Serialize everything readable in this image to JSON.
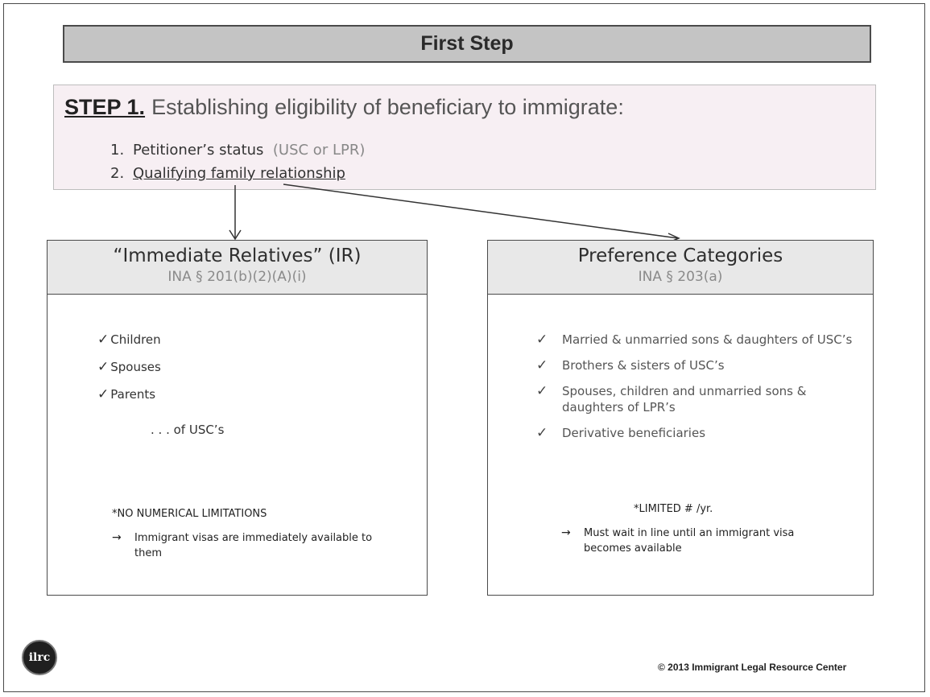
{
  "title_bar": {
    "text": "First Step"
  },
  "step": {
    "label": "STEP 1.",
    "text": "Establishing eligibility of beneficiary to immigrate:",
    "items": [
      {
        "num": "1.",
        "text": "Petitioner’s status",
        "note": "(USC or LPR)"
      },
      {
        "num": "2.",
        "text": "Qualifying family relationship"
      }
    ]
  },
  "left_panel": {
    "title": "“Immediate Relatives” (IR)",
    "subtitle": "INA § 201(b)(2)(A)(i)",
    "check_symbol": "✓",
    "items": [
      "Children",
      "Spouses",
      "Parents"
    ],
    "tail": ". . .  of USC’s",
    "note_head": "*NO NUMERICAL LIMITATIONS",
    "note_arrow": "→",
    "note_text": "Immigrant visas are immediately available to them"
  },
  "right_panel": {
    "title": "Preference Categories",
    "subtitle": "INA § 203(a)",
    "check_symbol": "✓",
    "items": [
      "Married & unmarried sons & daughters of USC’s",
      "Brothers & sisters of USC’s",
      "Spouses, children and unmarried sons & daughters of LPR’s",
      "Derivative beneficiaries"
    ],
    "note_head": "*LIMITED # /yr.",
    "note_arrow": "→",
    "note_text": "Must wait in line until an immigrant visa becomes available"
  },
  "footer": {
    "logo_text": "ilrc",
    "copyright": "© 2013 Immigrant Legal Resource Center"
  }
}
